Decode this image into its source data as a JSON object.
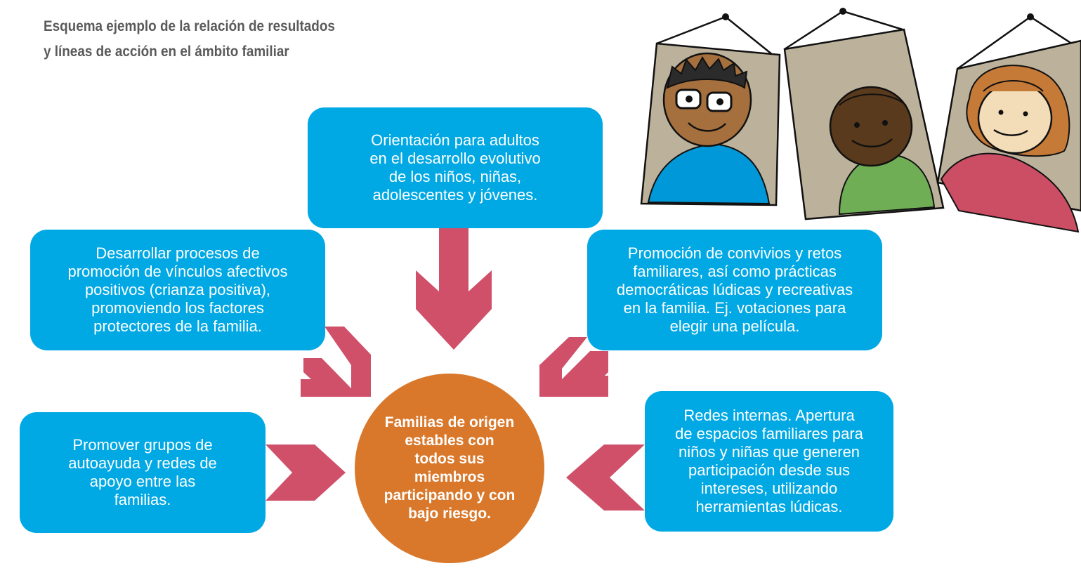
{
  "title": {
    "line1": "Esquema ejemplo de la relación de resultados",
    "line2": "y líneas de acción en el ámbito familiar"
  },
  "center": {
    "lines": [
      "Familias de origen",
      "estables con",
      "todos sus",
      "miembros",
      "participando y con",
      "bajo riesgo."
    ]
  },
  "boxes": {
    "top": [
      "Orientación para adultos",
      "en el desarrollo evolutivo",
      "de los niños, niñas,",
      "adolescentes y jóvenes."
    ],
    "left_upper": [
      "Desarrollar procesos de",
      "promoción de vínculos afectivos",
      "positivos (crianza positiva),",
      "promoviendo los factores",
      "protectores de la familia."
    ],
    "right_upper": [
      "Promoción de convivios y retos",
      "familiares, así como prácticas",
      "democráticas lúdicas y recreativas",
      "en la familia. Ej. votaciones para",
      "elegir una película."
    ],
    "left_lower": [
      "Promover grupos de",
      "autoayuda y redes de",
      "apoyo entre las",
      "familias."
    ],
    "right_lower": [
      "Redes internas. Apertura",
      "de espacios familiares para",
      "niños y niñas que generen",
      "participación desde sus",
      "intereses, utilizando",
      "herramientas lúdicas."
    ]
  },
  "colors": {
    "box": "#00a8e4",
    "center": "#d9782b",
    "arrow": "#d0506a",
    "title": "#5a5a5a"
  }
}
